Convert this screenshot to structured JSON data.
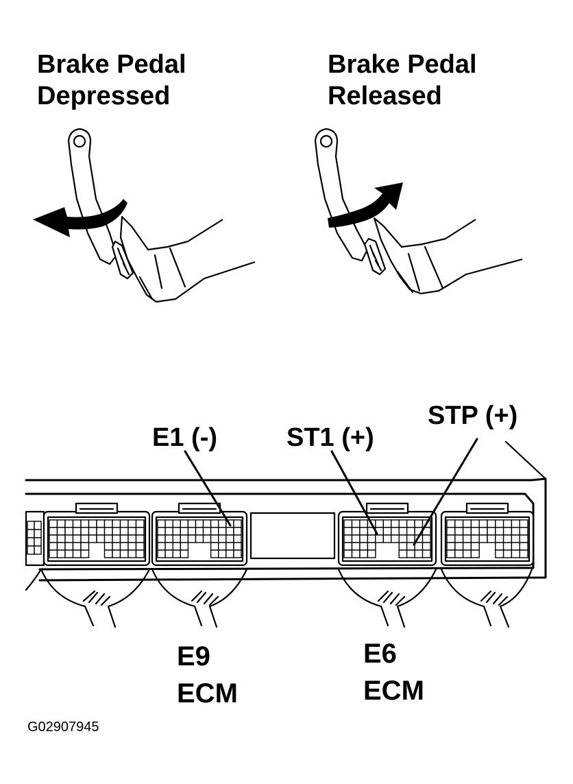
{
  "labels": {
    "depressed_line1": "Brake Pedal",
    "depressed_line2": "Depressed",
    "released_line1": "Brake Pedal",
    "released_line2": "Released",
    "pin_e1": "E1  (-)",
    "pin_st1": "ST1 (+)",
    "pin_stp": "STP (+)",
    "conn_e9_line1": "E9",
    "conn_e9_line2": "ECM",
    "conn_e6_line1": "E6",
    "conn_e6_line2": "ECM",
    "figure_code": "G02907945"
  }
}
